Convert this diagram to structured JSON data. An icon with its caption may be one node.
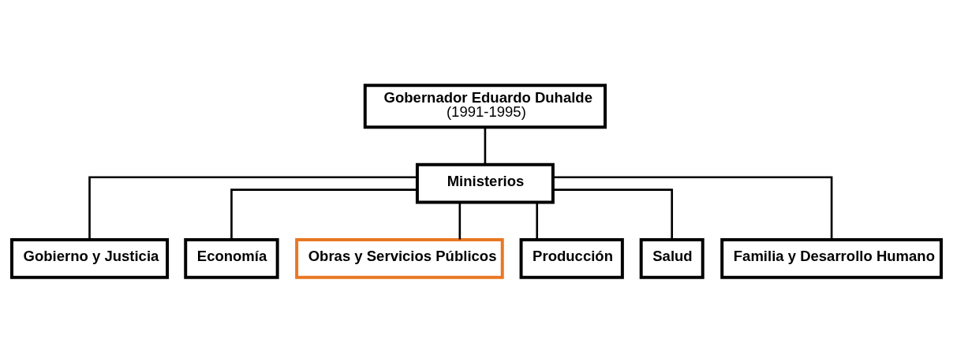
{
  "diagram": {
    "nodes": [
      {
        "text": [
          "Gobernador Eduardo Duhalde",
          "(1991-1995)"
        ]
      },
      {
        "text": [
          "Ministerios"
        ]
      },
      {
        "text": [
          "Gobierno y Justicia"
        ]
      },
      {
        "text": [
          "Economía"
        ]
      },
      {
        "text": [
          "Obras y Servicios Públicos"
        ]
      },
      {
        "text": [
          "Producción"
        ]
      },
      {
        "text": [
          "Salud"
        ]
      },
      {
        "text": [
          "Familia y Desarrollo Humano"
        ]
      }
    ],
    "edges": [
      {
        "from": 0,
        "to": 1,
        "arrow": "none"
      },
      {
        "from": 1,
        "to": 2,
        "arrow": "none"
      },
      {
        "from": 1,
        "to": 3,
        "arrow": "none"
      },
      {
        "from": 1,
        "to": 4,
        "arrow": "none"
      },
      {
        "from": 1,
        "to": 5,
        "arrow": "none"
      },
      {
        "from": 1,
        "to": 6,
        "arrow": "none"
      },
      {
        "from": 1,
        "to": 7,
        "arrow": "none"
      }
    ]
  }
}
